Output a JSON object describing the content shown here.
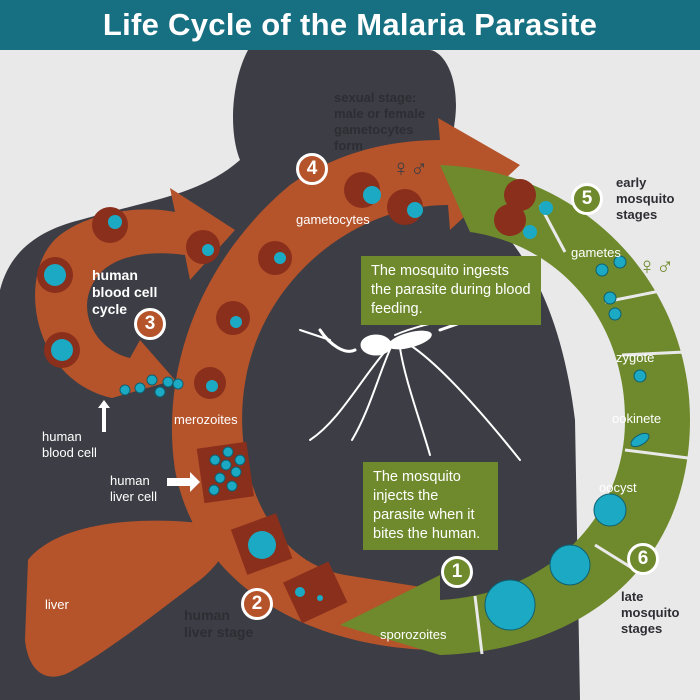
{
  "title": "Life Cycle of the Malaria Parasite",
  "stages": {
    "s1": {
      "number": "1",
      "label": "sporozoites"
    },
    "s2": {
      "number": "2",
      "label": "human liver stage"
    },
    "s3": {
      "number": "3",
      "label": "human blood cell cycle"
    },
    "s4": {
      "number": "4",
      "label": "sexual stage: male or female gametocytes form"
    },
    "s5": {
      "number": "5",
      "label": "early mosquito stages"
    },
    "s6": {
      "number": "6",
      "label": "late mosquito stages"
    }
  },
  "labels": {
    "human_liver_stage_l1": "human",
    "human_liver_stage_l2": "liver stage",
    "blood_cycle_l1": "human",
    "blood_cycle_l2": "blood cell",
    "blood_cycle_l3": "cycle",
    "sexual_l1": "sexual stage:",
    "sexual_l2": "male or female",
    "sexual_l3": "gametocytes",
    "sexual_l4": "form",
    "early_l1": "early",
    "early_l2": "mosquito",
    "early_l3": "stages",
    "late_l1": "late",
    "late_l2": "mosquito",
    "late_l3": "stages",
    "gametocytes": "gametocytes",
    "merozoites": "merozoites",
    "sporozoites": "sporozoites",
    "gametes": "gametes",
    "zygote": "zygote",
    "ookinete": "ookinete",
    "oocyst": "oocyst",
    "liver": "liver",
    "human_blood_cell_l1": "human",
    "human_blood_cell_l2": "blood cell",
    "human_liver_cell_l1": "human",
    "human_liver_cell_l2": "liver cell",
    "sex_symbols": "♀♂"
  },
  "callouts": {
    "ingest": "The mosquito ingests the parasite during blood feeding.",
    "inject": "The mosquito injects the parasite when it bites the human."
  },
  "colors": {
    "header": "#176f82",
    "human_arrow": "#b5532a",
    "mosquito_arrow": "#6f8a2c",
    "silhouette": "#3d3d45",
    "parasite": "#1ba9c4"
  }
}
